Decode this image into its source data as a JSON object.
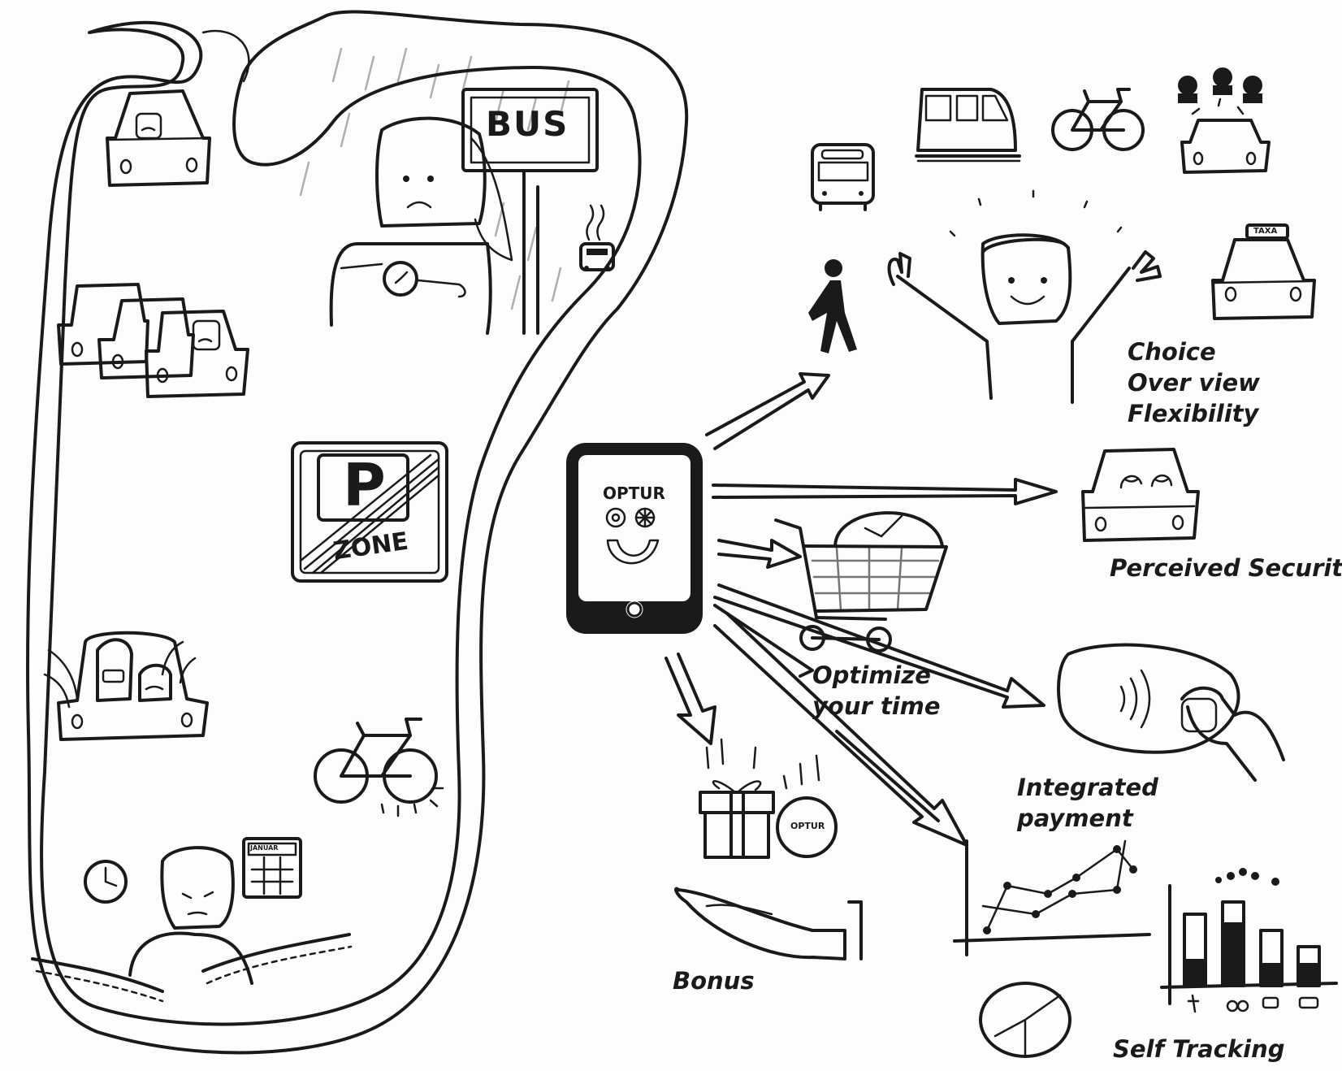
{
  "labels": {
    "bus_sign": "BUS",
    "parking_zone": "ZONE",
    "parking_letter": "P",
    "app_name": "OPTUR",
    "coin": "OPTUR",
    "taxi_roof": "TAXA",
    "calendar_month": "JANUAR",
    "benefits": {
      "choice": "Choice",
      "overview": "Over view",
      "flexibility": "Flexibility",
      "security": "Perceived Security",
      "optimize_1": "Optimize",
      "optimize_2": "your time",
      "payment_1": "Integrated",
      "payment_2": "payment",
      "bonus": "Bonus",
      "tracking": "Self Tracking"
    }
  },
  "icons": [
    "car-icon",
    "traffic-jam-icon",
    "rain-cloud-icon",
    "bus-stop-sign-icon",
    "broken-bus-icon",
    "no-parking-zone-icon",
    "angry-driver-car-icon",
    "bicycle-icon",
    "stressed-person-icon",
    "phone-app-icon",
    "bus-icon",
    "train-icon",
    "bike-icon",
    "carpool-icon",
    "walking-person-icon",
    "happy-person-icon",
    "taxi-icon",
    "shared-car-icon",
    "shopping-cart-clock-icon",
    "contactless-payment-icon",
    "gift-icon",
    "coin-icon",
    "open-hand-icon",
    "line-graph-icon",
    "pie-chart-icon",
    "bar-chart-icon"
  ],
  "colors": {
    "ink": "#1a1a1a",
    "paper": "#fdfdfb"
  }
}
